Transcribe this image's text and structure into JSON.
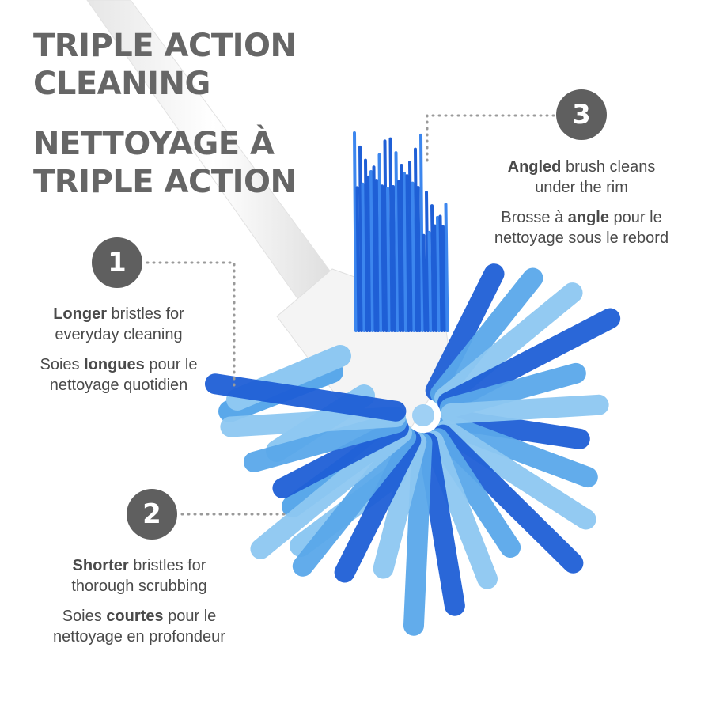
{
  "headline": {
    "en_line1": "TRIPLE ACTION",
    "en_line2": "CLEANING",
    "fr_line1": "NETTOYAGE À",
    "fr_line2": "TRIPLE ACTION"
  },
  "callouts": [
    {
      "number": "1",
      "en_bold": "Longer",
      "en_line1_rest": " bristles for",
      "en_line2": "everyday cleaning",
      "fr_pre": "Soies ",
      "fr_bold": "longues",
      "fr_post": " pour le",
      "fr_line2": "nettoyage quotidien"
    },
    {
      "number": "2",
      "en_bold": "Shorter",
      "en_line1_rest": " bristles for",
      "en_line2": "thorough scrubbing",
      "fr_pre": "Soies ",
      "fr_bold": "courtes",
      "fr_post": " pour le",
      "fr_line2": "nettoyage en profondeur"
    },
    {
      "number": "3",
      "en_bold": "Angled",
      "en_line1_rest": " brush cleans",
      "en_line2": "under the rim",
      "fr_pre": "Brosse à ",
      "fr_bold": "angle",
      "fr_post": " pour le",
      "fr_line2": "nettoyage sous le rebord"
    }
  ],
  "colors": {
    "heading": "#666666",
    "badge": "#5f5f5f",
    "bristle_dark": "#1f5fd6",
    "bristle_light": "#5aa8ea",
    "bristle_pale": "#8ec8f2",
    "handle": "#f7f7f7"
  },
  "icons": {
    "product": "toilet-brush-illustration"
  }
}
